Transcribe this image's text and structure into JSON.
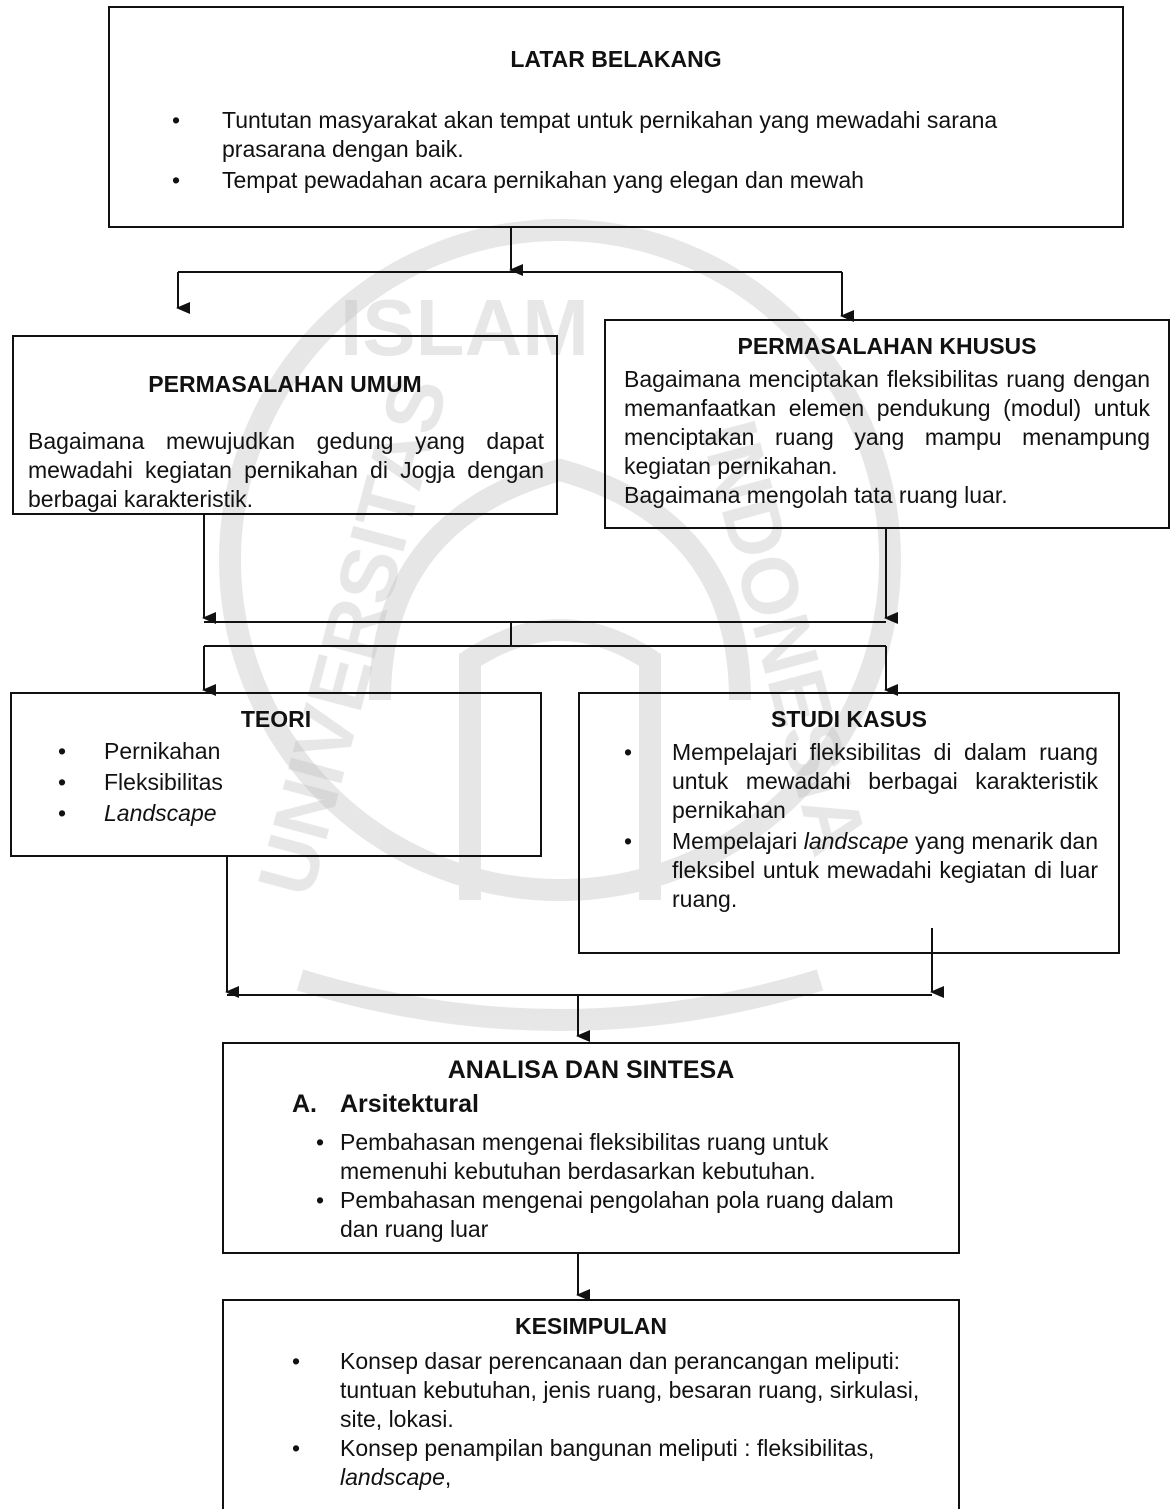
{
  "latar_belakang": {
    "title": "LATAR BELAKANG",
    "items": [
      "Tuntutan masyarakat akan tempat untuk pernikahan yang mewadahi sarana prasarana dengan baik.",
      "Tempat pewadahan acara pernikahan yang elegan dan mewah"
    ]
  },
  "permasalahan_umum": {
    "title": "PERMASALAHAN UMUM",
    "text": "Bagaimana mewujudkan gedung yang dapat mewadahi kegiatan pernikahan di Jogja dengan berbagai karakteristik."
  },
  "permasalahan_khusus": {
    "title": "PERMASALAHAN KHUSUS",
    "text1": "Bagaimana menciptakan fleksibilitas ruang dengan memanfaatkan elemen pendukung (modul) untuk menciptakan ruang yang mampu menampung kegiatan pernikahan.",
    "text2": "Bagaimana mengolah tata ruang luar."
  },
  "teori": {
    "title": "TEORI",
    "items": [
      "Pernikahan",
      "Fleksibilitas",
      "Landscape"
    ]
  },
  "studi_kasus": {
    "title": "STUDI KASUS",
    "item1": "Mempelajari fleksibilitas di dalam ruang untuk mewadahi berbagai karakteristik pernikahan",
    "item2_pre": "Mempelajari ",
    "item2_em": "landscape",
    "item2_post": " yang menarik dan fleksibel untuk mewadahi kegiatan di luar ruang."
  },
  "analisa": {
    "title": "ANALISA DAN SINTESA",
    "sub_letter": "A.",
    "sub_label": "Arsitektural",
    "items": [
      "Pembahasan mengenai fleksibilitas ruang untuk memenuhi kebutuhan berdasarkan kebutuhan.",
      "Pembahasan mengenai pengolahan pola ruang dalam dan ruang luar"
    ]
  },
  "kesimpulan": {
    "title": "KESIMPULAN",
    "item1": "Konsep dasar perencanaan dan perancangan meliputi: tuntuan kebutuhan, jenis ruang, besaran ruang, sirkulasi, site, lokasi.",
    "item2_pre": "Konsep penampilan bangunan meliputi : fleksibilitas, ",
    "item2_em": "landscape",
    "item2_post": ","
  },
  "watermark": {
    "top_text": "ISLAM",
    "left_text": "UNIVERSITAS",
    "right_text": "INDONESIA"
  }
}
